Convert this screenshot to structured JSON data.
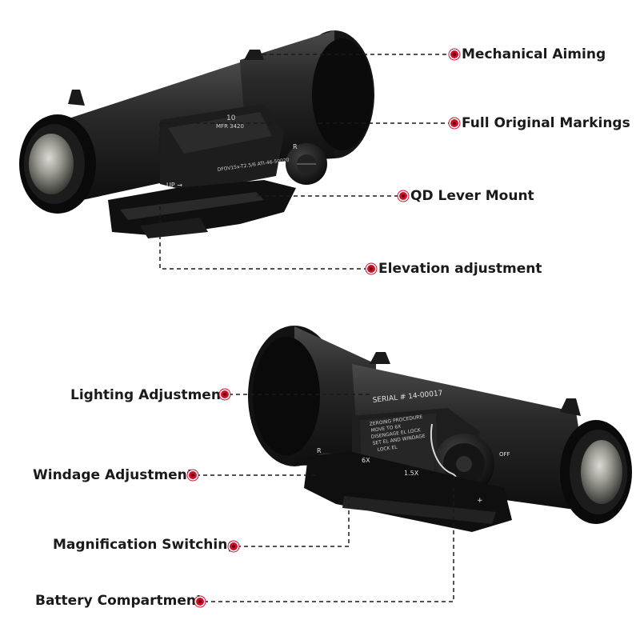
{
  "background_color": "#ffffff",
  "accent_color": "#c8102e",
  "scope_top": {
    "markings": {
      "model_line1": "10",
      "model_line2": "MFR 3420",
      "model_line3": "DFOV15x-T2.5/6 ATI-46-50020",
      "up_mark": "UP →",
      "r_mark": "R"
    },
    "callouts": [
      {
        "label": "Mechanical Aiming"
      },
      {
        "label": "Full Original Markings"
      },
      {
        "label": "QD Lever Mount"
      },
      {
        "label": "Elevation adjustment"
      }
    ]
  },
  "scope_bottom": {
    "markings": {
      "serial": "SERIAL # 14-00017",
      "procedure_1": "ZEROING PROCEDURE",
      "procedure_2": "MOVE TO 6X",
      "procedure_3": "DISENGAGE EL LOCK",
      "procedure_4": "SET EL AND WINDAGE",
      "procedure_5": "LOCK EL",
      "mag_6x": "6X",
      "mag_15x": "1.5X",
      "r_mark": "R",
      "off_mark": "OFF",
      "plus_mark": "+"
    },
    "callouts": [
      {
        "label": "Lighting Adjustment"
      },
      {
        "label": "Windage Adjustment"
      },
      {
        "label": "Magnification Switching"
      },
      {
        "label": "Battery Compartment"
      }
    ]
  }
}
